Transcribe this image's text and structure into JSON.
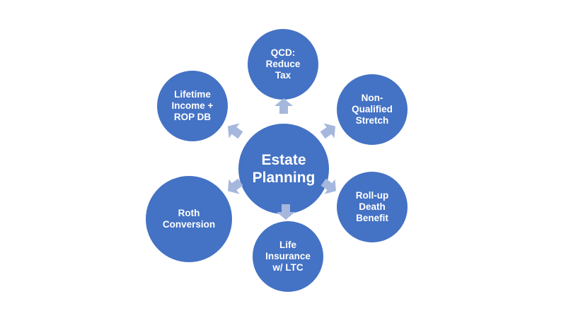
{
  "diagram": {
    "center": {
      "label": "Estate\nPlanning"
    },
    "nodes": [
      {
        "label": "QCD:\nReduce\nTax"
      },
      {
        "label": "Non-\nQualified\nStretch"
      },
      {
        "label": "Roll-up\nDeath\nBenefit"
      },
      {
        "label": "Life\nInsurance\nw/ LTC"
      },
      {
        "label": "Roth\nConversion"
      },
      {
        "label": "Lifetime\nIncome +\nROP DB"
      }
    ],
    "colors": {
      "node_fill": "#4472c4",
      "arrow_fill": "#a5b7dc",
      "text": "#ffffff"
    },
    "icons": {
      "connector": "block-arrow-icon"
    }
  }
}
